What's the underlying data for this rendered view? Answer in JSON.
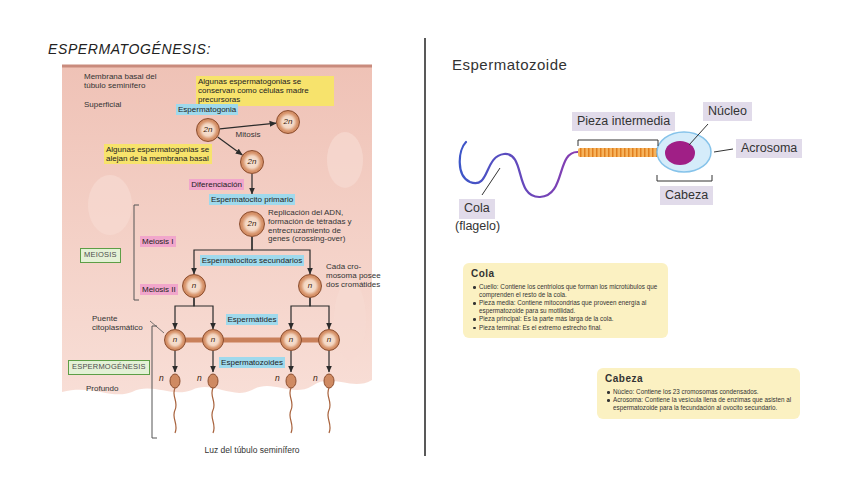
{
  "diagram": {
    "title": "ESPERMATOGÉNESIS:",
    "nodes": [
      {
        "text": [
          "Algunas espermatogonias se conservan como células madre precursoras"
        ]
      },
      {
        "text": [
          "Espermatogonia"
        ]
      },
      {
        "text": [
          "2n"
        ]
      },
      {
        "text": [
          "2n"
        ]
      },
      {
        "text": [
          "Algunas espermatogonias se alejan de la membrana basal"
        ]
      },
      {
        "text": [
          "2n"
        ]
      },
      {
        "text": [
          "Diferenciación"
        ]
      },
      {
        "text": [
          "Espermatocito primario"
        ]
      },
      {
        "text": [
          "MEIOSIS"
        ]
      },
      {
        "text": [
          "2n"
        ]
      },
      {
        "text": [
          "Meiosis I"
        ]
      },
      {
        "text": [
          "Espermatocitos secundarios"
        ]
      },
      {
        "text": [
          "n"
        ]
      },
      {
        "text": [
          "n"
        ]
      },
      {
        "text": [
          "Meiosis II"
        ]
      },
      {
        "text": [
          "Espermátides"
        ]
      },
      {
        "text": [
          "n"
        ]
      },
      {
        "text": [
          "n"
        ]
      },
      {
        "text": [
          "n"
        ]
      },
      {
        "text": [
          "n"
        ]
      },
      {
        "text": [
          "ESPERMOGÉNESIS"
        ]
      },
      {
        "text": [
          "Espermatozoides"
        ]
      },
      {
        "text": [
          "n"
        ]
      },
      {
        "text": [
          "n"
        ]
      },
      {
        "text": [
          "n"
        ]
      },
      {
        "text": [
          "n"
        ]
      },
      {
        "text": [
          "Pieza intermedia"
        ]
      },
      {
        "text": [
          "Núcleo"
        ]
      },
      {
        "text": [
          "Acrosoma"
        ]
      },
      {
        "text": [
          "Cola",
          "(flagelo)"
        ]
      },
      {
        "text": [
          "Cabeza"
        ]
      },
      {
        "text": [
          "Cola",
          "Cuello: Contiene los centriolos que forman los microtúbulos que comprenden el resto de la cola.",
          "Pieza media: Contiene mitocondrias que proveen energía al espermatozoide para su motilidad.",
          "Pieza principal: Es la parte más larga de la cola.",
          "Pieza terminal: Es el extremo estrecho final."
        ]
      },
      {
        "text": [
          "Cabeza",
          "Núcleo: Contiene los 23 cromosomas condensados.",
          "Acrosoma: Contiene la vesícula llena de enzimas que asisten al espermatozoide para la fecundación al ovocito secundario."
        ]
      }
    ],
    "edges": [
      {
        "from": 2,
        "to": 3,
        "label": "Mitosis",
        "arrow": "to"
      },
      {
        "from": 2,
        "to": 5,
        "arrow": "to"
      },
      {
        "from": 5,
        "to": 7,
        "arrow": "to"
      },
      {
        "from": 9,
        "to": 12,
        "arrow": "to"
      },
      {
        "from": 9,
        "to": 13,
        "arrow": "to"
      },
      {
        "from": 12,
        "to": 16,
        "arrow": "to"
      },
      {
        "from": 12,
        "to": 17,
        "arrow": "to"
      },
      {
        "from": 13,
        "to": 18,
        "arrow": "to"
      },
      {
        "from": 13,
        "to": 19,
        "arrow": "to"
      },
      {
        "from": 16,
        "to": 22,
        "arrow": "to"
      },
      {
        "from": 17,
        "to": 23,
        "arrow": "to"
      },
      {
        "from": 18,
        "to": 24,
        "arrow": "to"
      },
      {
        "from": 19,
        "to": 25,
        "arrow": "to"
      }
    ],
    "labels": [
      "Membrana basal del túbulo seminífero",
      "Superficial",
      "Replicación del ADN, formación de tétradas y entrecruzamiento de genes (crossing-over)",
      "Cada cro- mosoma posee dos cromátides",
      "Puente citoplasmático",
      "Profundo",
      "Luz del túbulo seminífero",
      "Espermatozoide"
    ]
  }
}
